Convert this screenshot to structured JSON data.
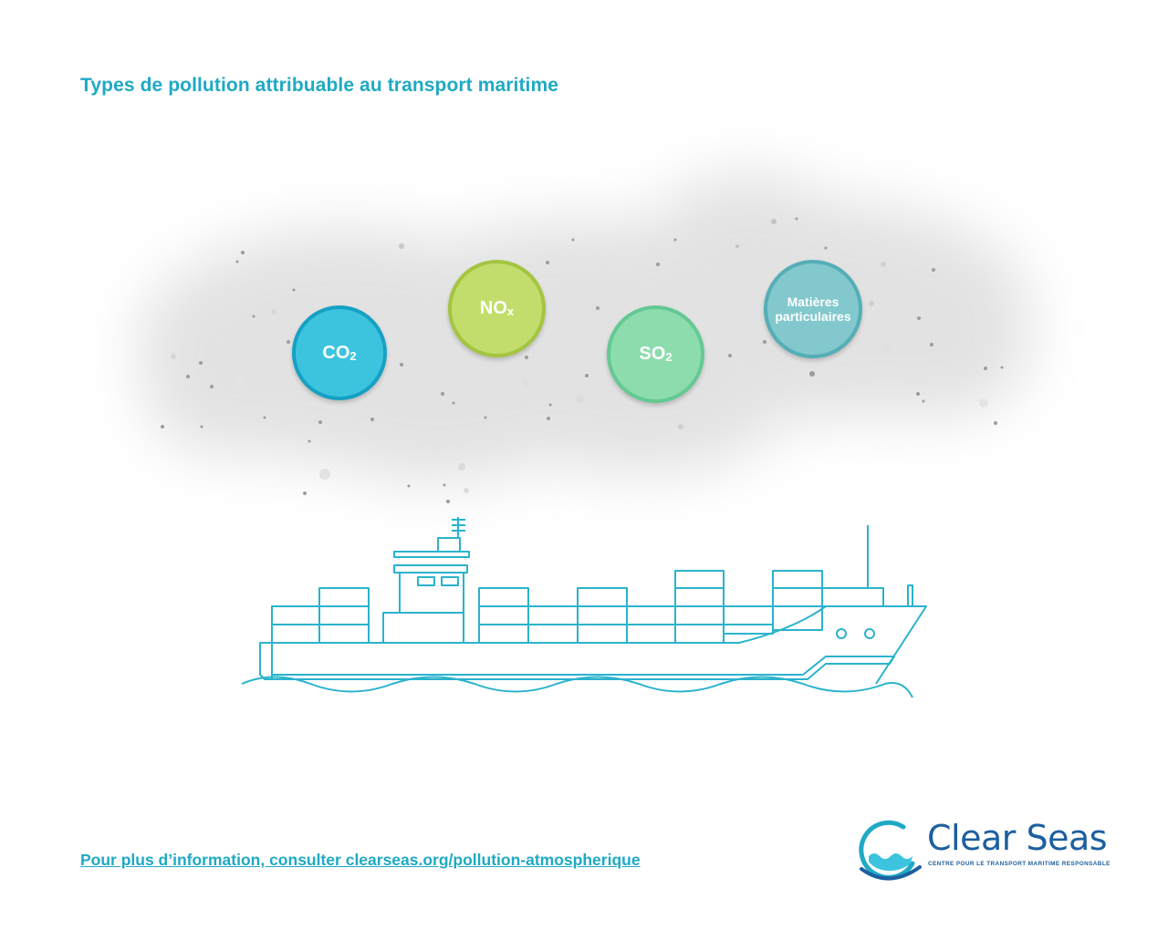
{
  "title": "Types de pollution attribuable au transport maritime",
  "pollutants": [
    {
      "main": "CO",
      "sub": "2"
    },
    {
      "main": "NO",
      "sub": "x"
    },
    {
      "main": "SO",
      "sub": "2"
    },
    {
      "main": "Matières particulaires",
      "sub": ""
    }
  ],
  "footer": {
    "link_text": "Pour plus d’information, consulter clearseas.org/pollution-atmospherique"
  },
  "logo": {
    "name": "Clear Seas",
    "tagline": "CENTRE POUR LE TRANSPORT MARITIME RESPONSABLE"
  },
  "colors": {
    "accent": "#1fa9c4",
    "co2": "#3cc4df",
    "nox": "#c2dd6c",
    "so2": "#8ddcae",
    "particulate": "#82c8cc",
    "ship_line": "#2ab3cc",
    "logo_blue": "#1d5f9f"
  }
}
